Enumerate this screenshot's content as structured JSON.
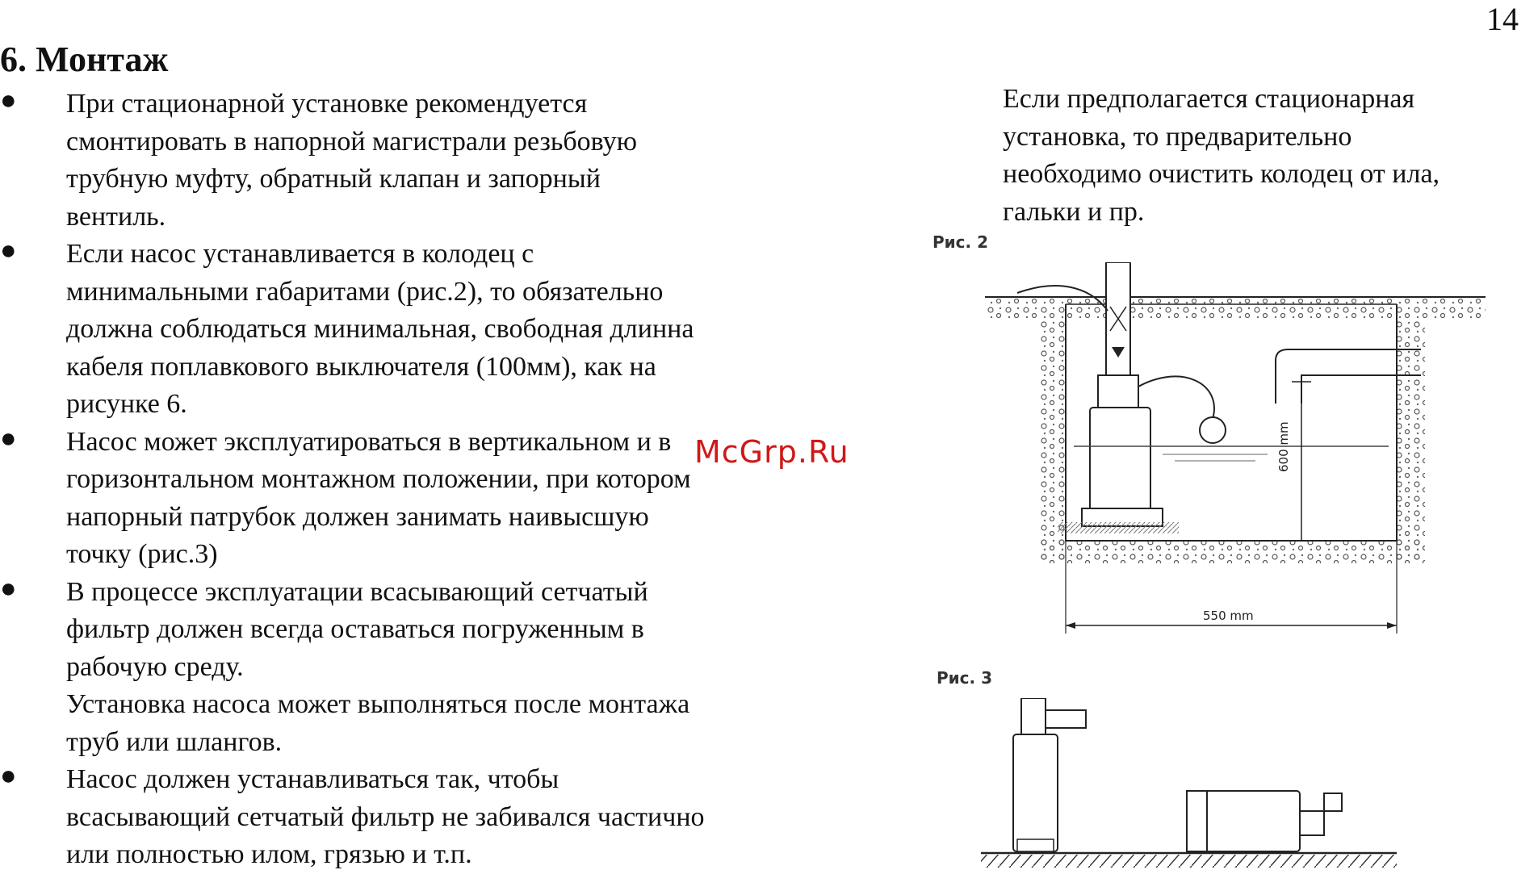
{
  "page_number": "14",
  "heading": "6. Монтаж",
  "bullet_symbol": "●",
  "items": [
    {
      "lines": [
        "При стационарной установке рекомендуется",
        "смонтировать в напорной магистрали резьбовую",
        "трубную муфту, обратный клапан и запорный",
        "вентиль."
      ]
    },
    {
      "lines": [
        "Если насос устанавливается в колодец с",
        "минимальными габаритами (рис.2), то обязательно",
        "должна соблюдаться минимальная, свободная длинна",
        "кабеля поплавкового выключателя (100мм), как на",
        "рисунке 6."
      ]
    },
    {
      "lines": [
        "Насос может эксплуатироваться в вертикальном и в",
        "горизонтальном монтажном положении, при котором",
        "напорный патрубок должен занимать наивысшую",
        "точку (рис.3)"
      ]
    },
    {
      "lines": [
        "В процессе эксплуатации всасывающий сетчатый",
        "фильтр должен всегда оставаться погруженным в",
        "рабочую среду."
      ],
      "extra_lines": [
        "Установка насоса может выполняться после монтажа",
        "труб или шлангов."
      ]
    },
    {
      "lines": [
        "Насос должен устанавливаться  так, чтобы",
        "всасывающий сетчатый фильтр не забивался частично",
        "или полностью илом, грязью и т.п."
      ]
    }
  ],
  "side_note": {
    "lines": [
      "Если предполагается стационарная",
      "установка, то предварительно",
      "необходимо очистить колодец от ила,",
      "гальки и пр."
    ]
  },
  "figure2": {
    "label": "Рис. 2",
    "height_dim": "600 mm",
    "width_dim": "550 mm"
  },
  "figure3": {
    "label": "Рис. 3"
  },
  "watermark": "McGrp.Ru"
}
